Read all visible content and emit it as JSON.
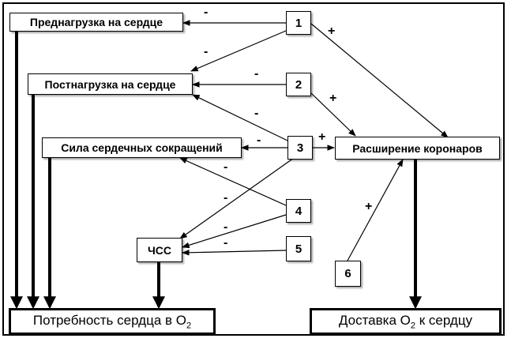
{
  "boxes": {
    "preload": "Преднагрузка на сердце",
    "afterload": "Постнагрузка на сердце",
    "contraction": "Сила сердечных сокращений",
    "hr": "ЧСС",
    "coronary": "Расширение коронаров",
    "demand": "Потребность  сердца  в  О",
    "demand_sub": "2",
    "delivery_a": "Доставка   О",
    "delivery_sub": "2",
    "delivery_b": "  к  сердцу"
  },
  "numbers": {
    "n1": "1",
    "n2": "2",
    "n3": "3",
    "n4": "4",
    "n5": "5",
    "n6": "6"
  },
  "signs": {
    "s1_preload": "-",
    "s1_afterload": "-",
    "s1_coronary": "+",
    "s2_afterload": "-",
    "s2_coronary": "+",
    "s3_afterload": "-",
    "s3_contraction": "-",
    "s3_coronary": "+",
    "s3_hr": "-",
    "s4_contraction": "-",
    "s4_hr": "-",
    "s5_hr": "-",
    "s6_coronary": "+"
  },
  "colors": {
    "line": "#000000",
    "box_border": "#000000"
  }
}
